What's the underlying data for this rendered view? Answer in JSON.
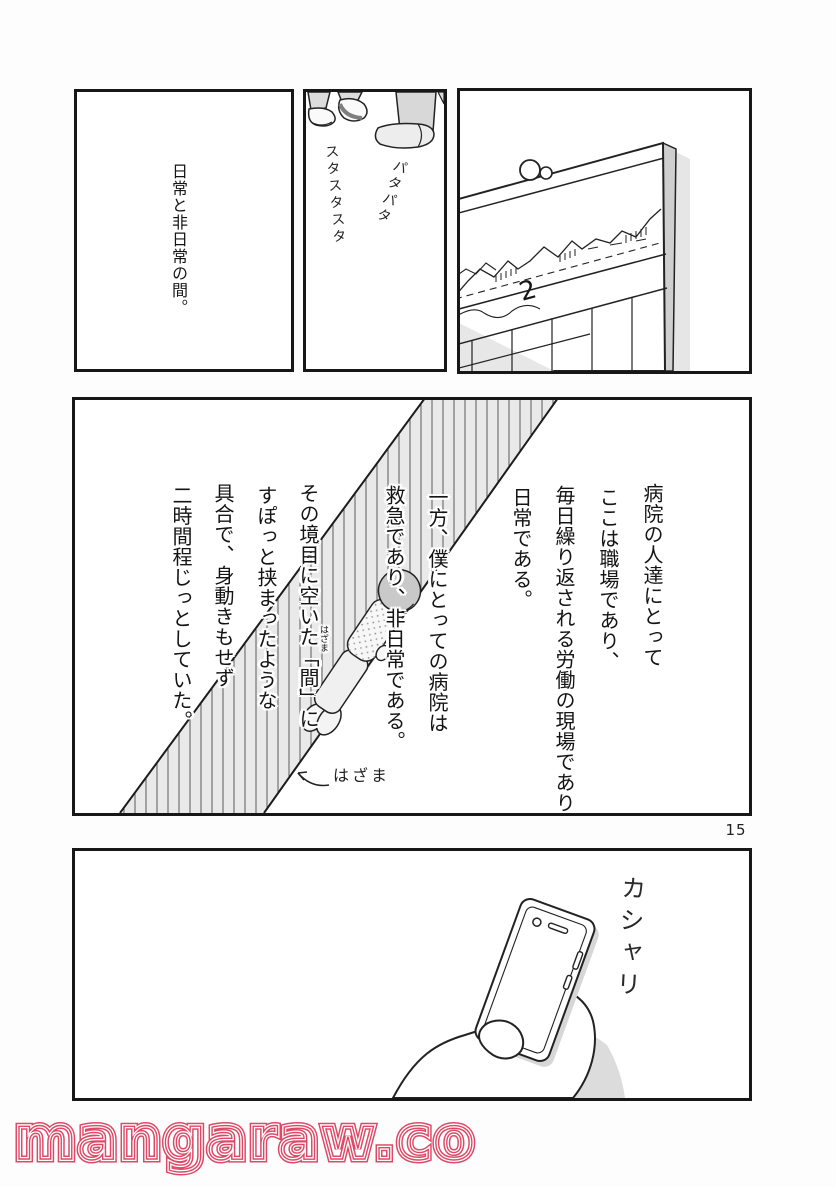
{
  "page": {
    "number": "15",
    "watermark": "mangaraw.co",
    "accent_color": "#dc4a67",
    "tone_gray": "#e9e9e9"
  },
  "panel1": {
    "caption": "日常と非日常の間。"
  },
  "panel2": {
    "sfx_steps": "スタスタスタ",
    "sfx_flaps": "パタパタ"
  },
  "panel3": {
    "calendar_month": "2"
  },
  "panel4": {
    "narration": [
      "病院の人達にとって",
      "ここは職場であり、",
      "毎日繰り返される労働の現場であり",
      "日常である。",
      "一方、僕にとっての病院は",
      "救急であり、非日常である。",
      "その境目に空いた「間」に",
      "すぽっと挟まったような",
      "具合で、身動きもせず",
      "二時間程じっとしていた。"
    ],
    "furigana": "はざま",
    "arrow_label": "はざま"
  },
  "panel5": {
    "sfx_shutter": "カシャリ"
  }
}
